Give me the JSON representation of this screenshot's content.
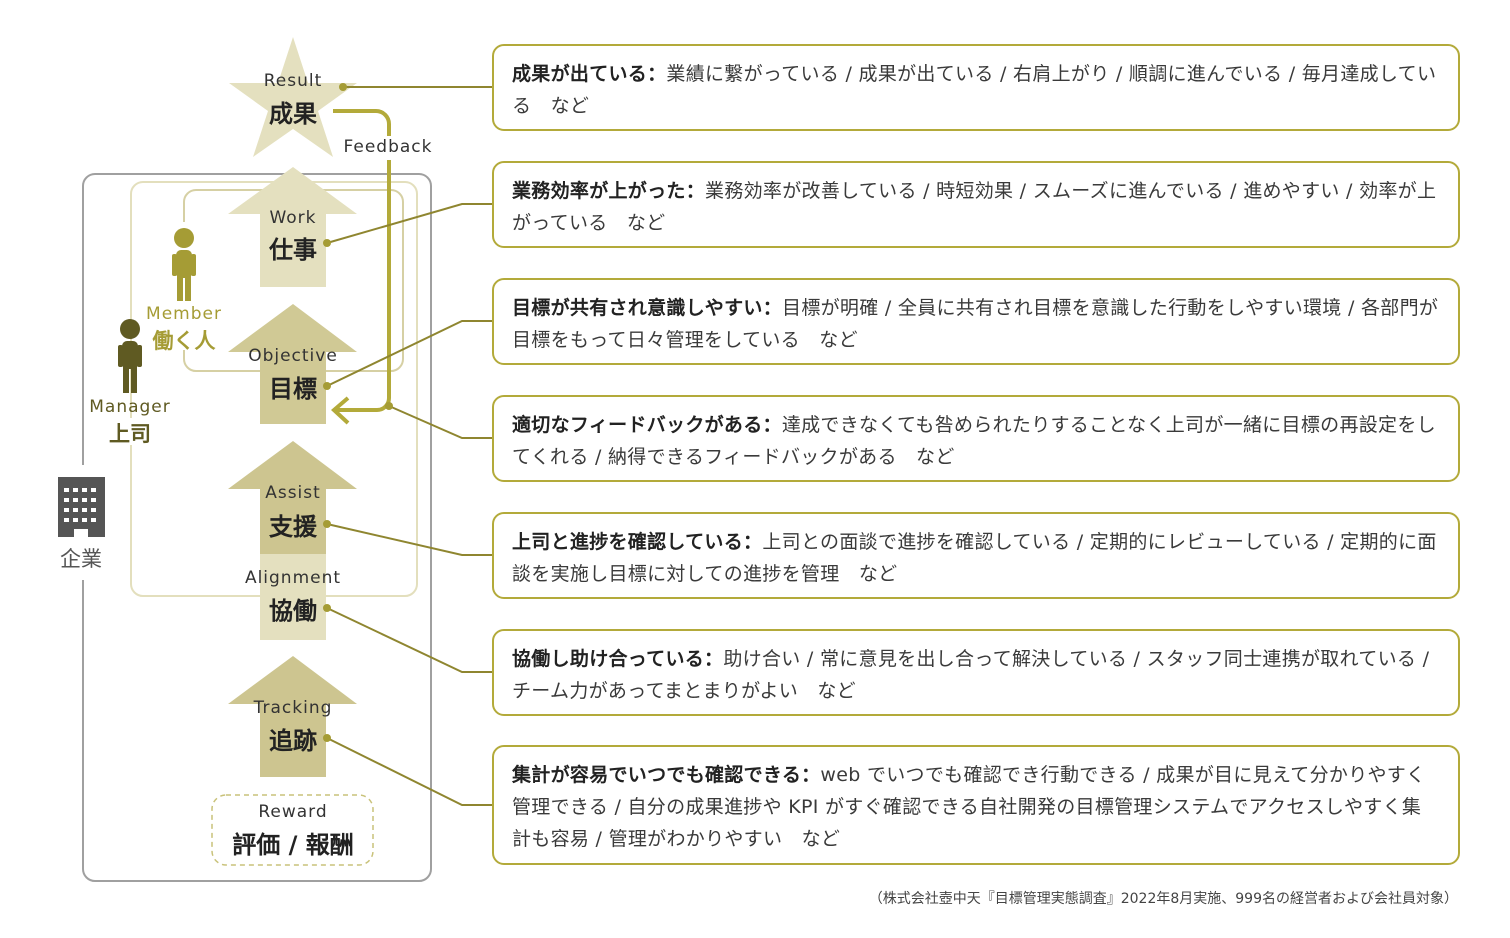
{
  "diagram": {
    "result": {
      "en": "Result",
      "jp": "成果"
    },
    "feedback": "Feedback",
    "work": {
      "en": "Work",
      "jp": "仕事"
    },
    "objective": {
      "en": "Objective",
      "jp": "目標"
    },
    "assist": {
      "en": "Assist",
      "jp": "支援"
    },
    "alignment": {
      "en": "Alignment",
      "jp": "協働"
    },
    "tracking": {
      "en": "Tracking",
      "jp": "追跡"
    },
    "reward": {
      "en": "Reward",
      "jp": "評価 / 報酬"
    },
    "member": {
      "en": "Member",
      "jp": "働く人"
    },
    "manager": {
      "en": "Manager",
      "jp": "上司"
    },
    "company": {
      "jp": "企業"
    }
  },
  "boxes": [
    {
      "title": "成果が出ている：",
      "text": "業績に繋がっている / 成果が出ている / 右肩上がり / 順調に進んでいる / 毎月達成している　など"
    },
    {
      "title": "業務効率が上がった：",
      "text": "業務効率が改善している / 時短効果 / スムーズに進んでいる / 進めやすい / 効率が上がっている　など"
    },
    {
      "title": "目標が共有され意識しやすい：",
      "text": "目標が明確 / 全員に共有され目標を意識した行動をしやすい環境 / 各部門が目標をもって日々管理をしている　など"
    },
    {
      "title": "適切なフィードバックがある：",
      "text": "達成できなくても咎められたりすることなく上司が一緒に目標の再設定をしてくれる / 納得できるフィードバックがある　など"
    },
    {
      "title": "上司と進捗を確認している：",
      "text": "上司との面談で進捗を確認している / 定期的にレビューしている / 定期的に面談を実施し目標に対しての進捗を管理　など"
    },
    {
      "title": "協働し助け合っている：",
      "text": "助け合い / 常に意見を出し合って解決している / スタッフ同士連携が取れている / チーム力があってまとまりがよい　など"
    },
    {
      "title": "集計が容易でいつでも確認できる：",
      "text": "web でいつでも確認でき行動できる / 成果が目に見えて分かりやすく管理できる / 自分の成果進捗や KPI がすぐ確認できる自社開発の目標管理システムでアクセスしやすく集計も容易 / 管理がわかりやすい　など"
    }
  ],
  "footnote": "（株式会社壺中天『目標管理実態調査』2022年8月実施、999名の経営者および会社員対象）",
  "colors": {
    "accent": "#b3aa3a",
    "light": "#e4e0bf",
    "mid": "#cfc892",
    "dark": "#5f5a22",
    "gray": "#999999"
  }
}
